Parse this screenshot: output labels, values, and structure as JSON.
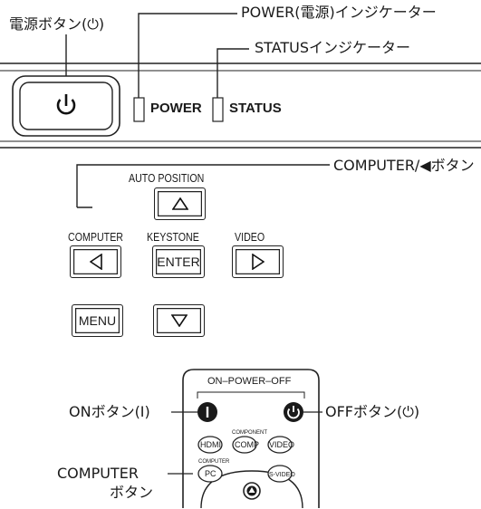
{
  "panel": {
    "power_button_label": "電源ボタン(⏻)",
    "power_indicator_callout": "POWER(電源)インジケーター",
    "status_indicator_callout": "STATUSインジケーター",
    "power_indicator_text": "POWER",
    "status_indicator_text": "STATUS"
  },
  "keypad": {
    "computer_left_callout": "COMPUTER/◀ボタン",
    "auto_position": "AUTO POSITION",
    "computer": "COMPUTER",
    "keystone": "KEYSTONE",
    "video": "VIDEO",
    "enter_key": "ENTER",
    "menu_key": "MENU"
  },
  "remote": {
    "on_power_off": "ON–POWER–OFF",
    "on_button_callout": "ONボタン(Ⅰ)",
    "off_button_callout": "OFFボタン(⏻)",
    "computer_button_callout_line1": "COMPUTER",
    "computer_button_callout_line2": "ボタン",
    "hdmi": "HDMI",
    "comp": "COMP",
    "video": "VIDEO",
    "svideo": "S-VIDEO",
    "pc": "PC",
    "component_small": "COMPONENT",
    "computer_small": "COMPUTER"
  },
  "colors": {
    "line": "#1a1a1a",
    "panel_gray": "#e8e8e8"
  }
}
